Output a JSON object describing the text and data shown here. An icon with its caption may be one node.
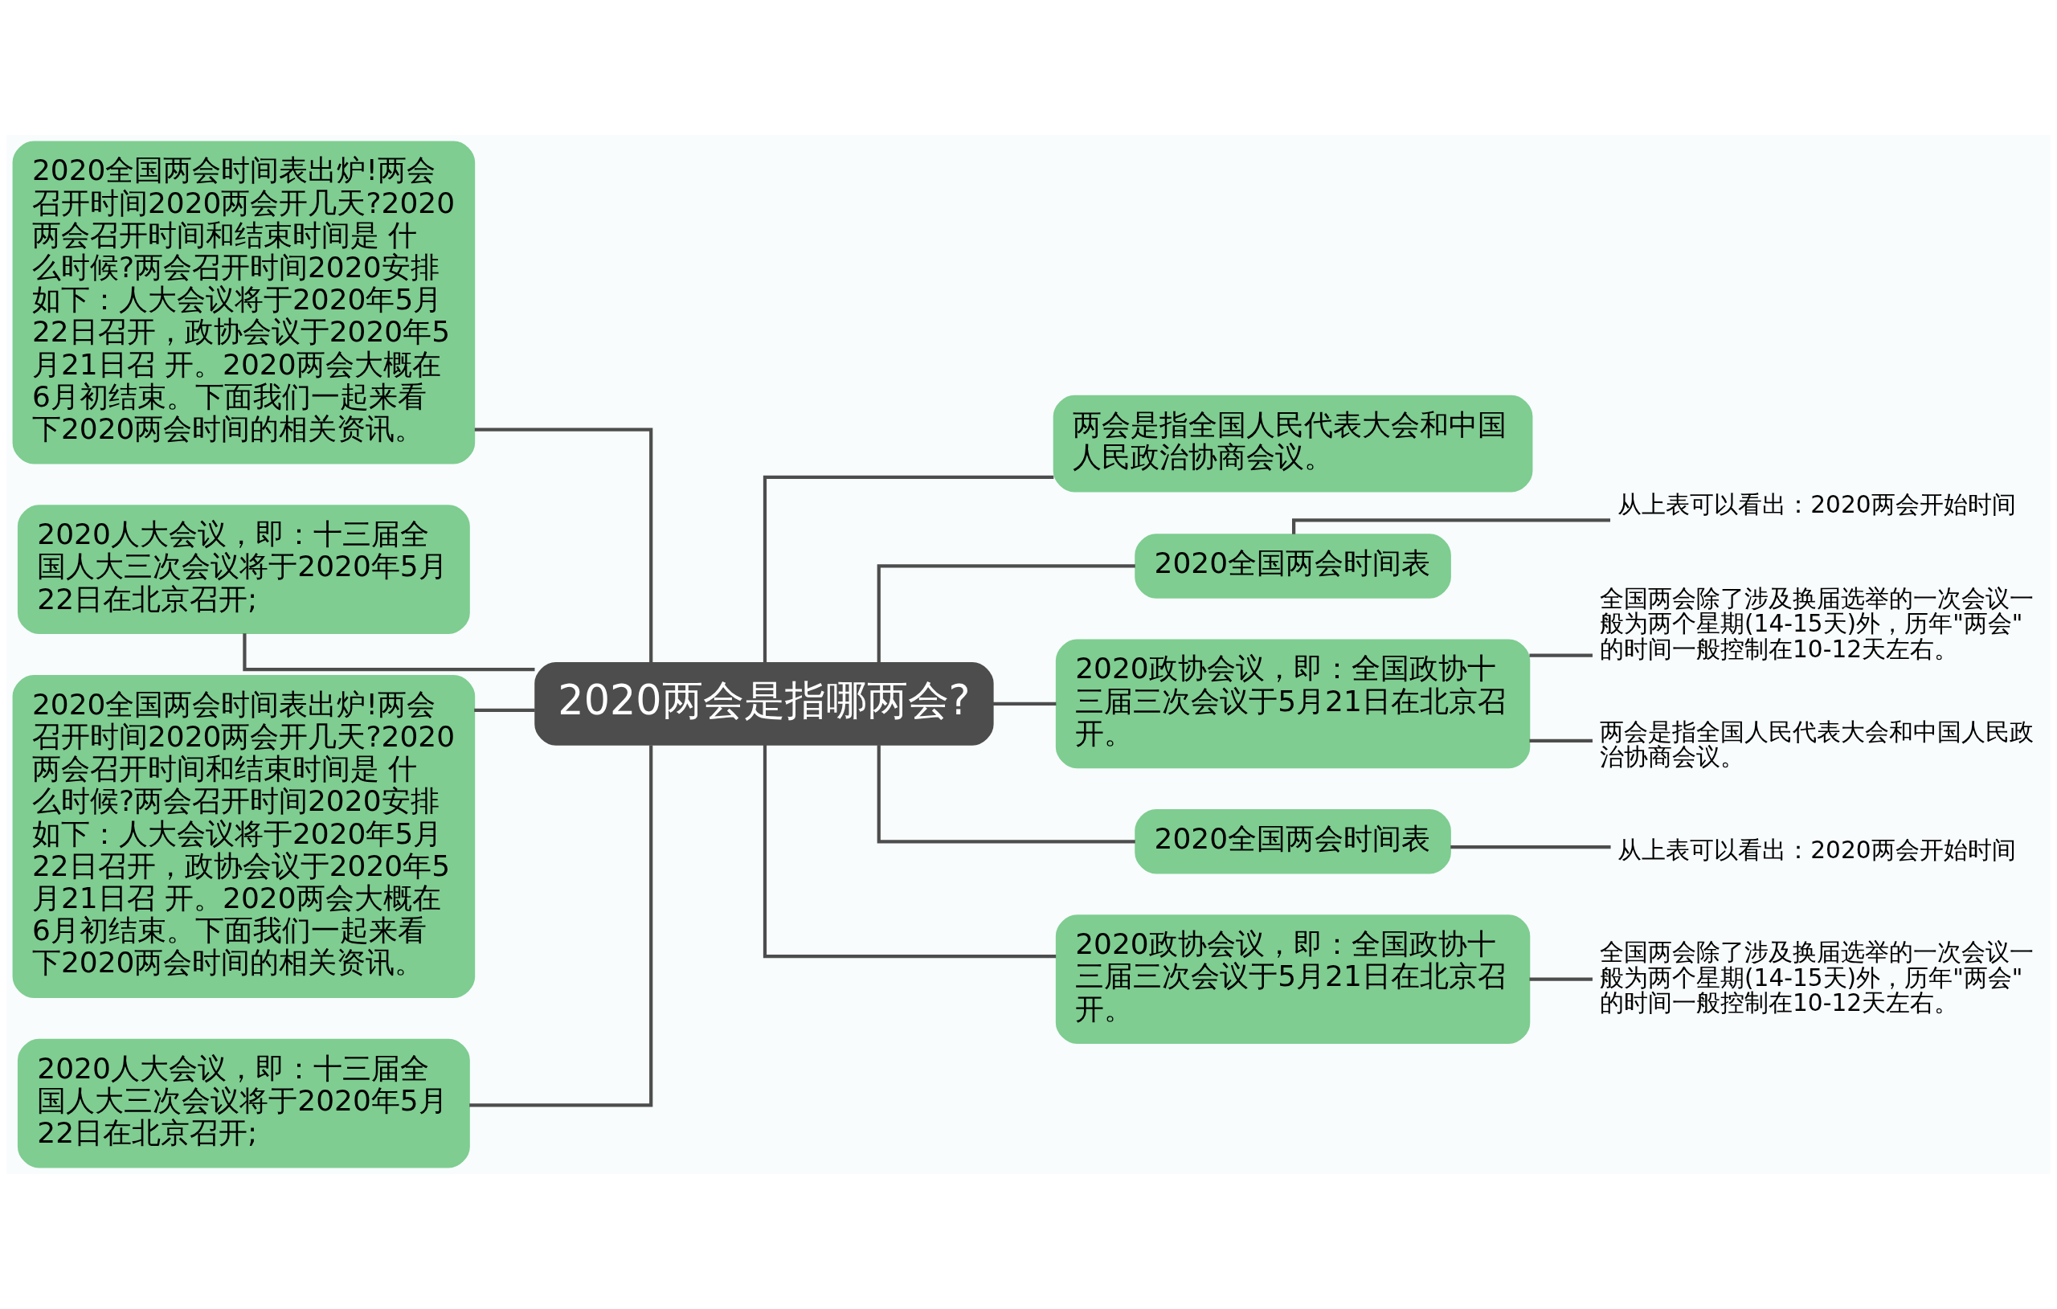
{
  "diagram": {
    "nodes": [
      {
        "text": [
          "2020两会是指哪两会?"
        ]
      },
      {
        "text": [
          "2020全国两会时间表出炉!两会召开时间2020两会开几天?2020两会召开时间和结束时间是 什么时候?两会召开时间2020安排如下：人大会议将于2020年5月22日召开，政协会议于2020年5月21日召 开。2020两会大概在6月初结束。下面我们一起来看下2020两会时间的相关资讯。"
        ]
      },
      {
        "text": [
          "2020人大会议，即：十三届全国人大三次会议将于2020年5月22日在北京召开;"
        ]
      },
      {
        "text": [
          "2020全国两会时间表出炉!两会召开时间2020两会开几天?2020两会召开时间和结束时间是 什么时候?两会召开时间2020安排如下：人大会议将于2020年5月22日召开，政协会议于2020年5月21日召 开。2020两会大概在6月初结束。下面我们一起来看下2020两会时间的相关资讯。"
        ]
      },
      {
        "text": [
          "2020人大会议，即：十三届全国人大三次会议将于2020年5月22日在北京召开;"
        ]
      },
      {
        "text": [
          "两会是指全国人民代表大会和中国人民政治协商会议。"
        ]
      },
      {
        "text": [
          "2020全国两会时间表"
        ]
      },
      {
        "text": [
          "从上表可以看出：2020两会开始时间"
        ]
      },
      {
        "text": [
          "2020政协会议，即：全国政协十三届三次会议于5月21日在北京召开。"
        ]
      },
      {
        "text": [
          "全国两会除了涉及换届选举的一次会议一般为两个星期(14-15天)外，历年\"两会\"的时间一般控制在10-12天左右。"
        ]
      },
      {
        "text": [
          "两会是指全国人民代表大会和中国人民政治协商会议。"
        ]
      },
      {
        "text": [
          "2020全国两会时间表"
        ]
      },
      {
        "text": [
          "从上表可以看出：2020两会开始时间"
        ]
      },
      {
        "text": [
          "2020政协会议，即：全国政协十三届三次会议于5月21日在北京召开。"
        ]
      },
      {
        "text": [
          "全国两会除了涉及换届选举的一次会议一般为两个星期(14-15天)外，历年\"两会\"的时间一般控制在10-12天左右。"
        ]
      }
    ],
    "edges": [
      {
        "from": 1,
        "to": 0,
        "arrow": "none"
      },
      {
        "from": 2,
        "to": 0,
        "arrow": "none"
      },
      {
        "from": 3,
        "to": 0,
        "arrow": "none"
      },
      {
        "from": 4,
        "to": 0,
        "arrow": "none"
      },
      {
        "from": 0,
        "to": 5,
        "arrow": "none"
      },
      {
        "from": 0,
        "to": 6,
        "arrow": "none"
      },
      {
        "from": 6,
        "to": 7,
        "arrow": "none"
      },
      {
        "from": 0,
        "to": 8,
        "arrow": "none"
      },
      {
        "from": 8,
        "to": 9,
        "arrow": "none"
      },
      {
        "from": 8,
        "to": 10,
        "arrow": "none"
      },
      {
        "from": 0,
        "to": 11,
        "arrow": "none"
      },
      {
        "from": 11,
        "to": 12,
        "arrow": "none"
      },
      {
        "from": 0,
        "to": 13,
        "arrow": "none"
      },
      {
        "from": 13,
        "to": 14,
        "arrow": "none"
      }
    ]
  }
}
